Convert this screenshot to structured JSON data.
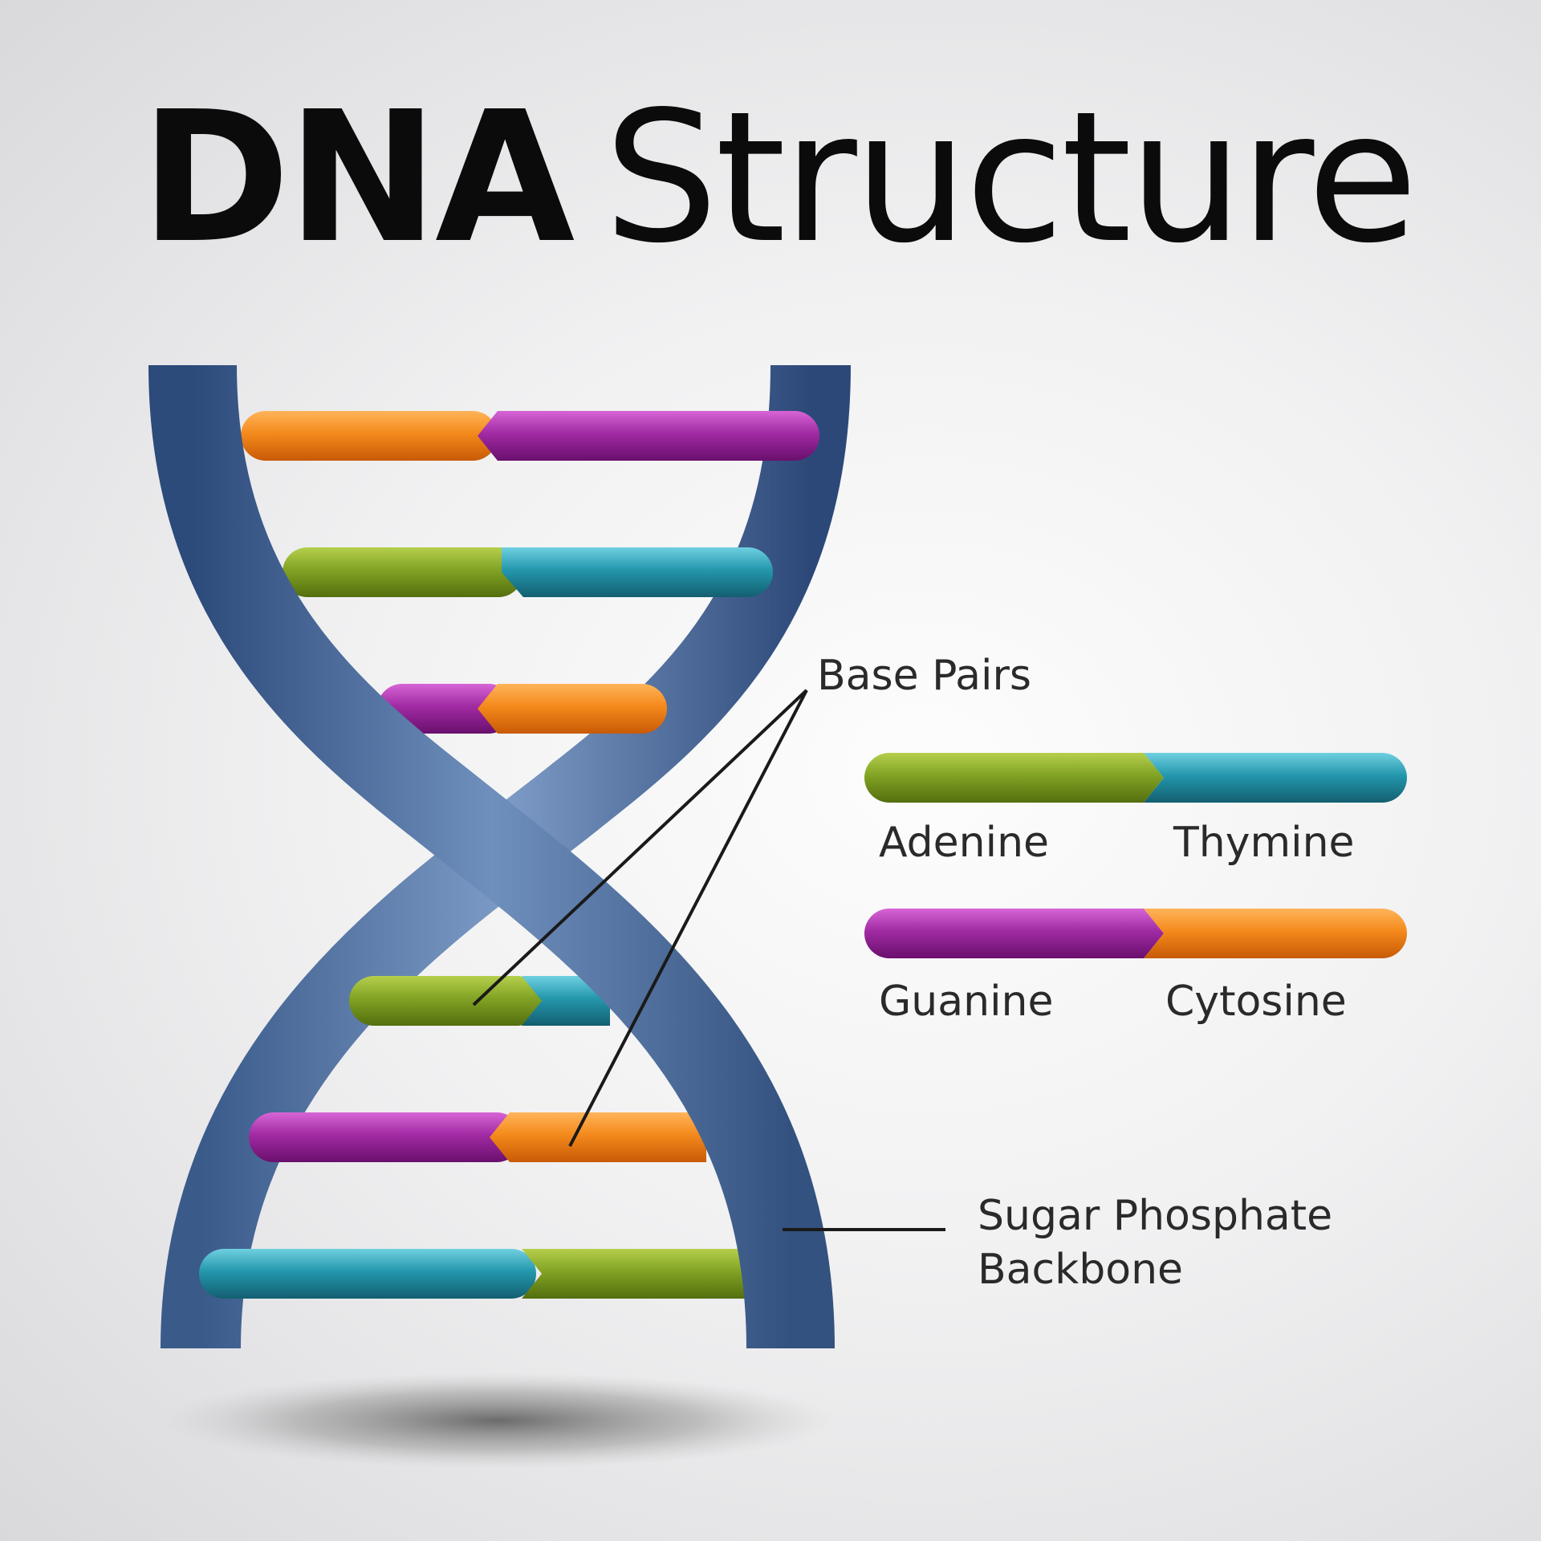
{
  "title": {
    "part1": "DNA",
    "part2": "Structure"
  },
  "callouts": {
    "base_pairs": "Base Pairs",
    "backbone_line1": "Sugar Phosphate",
    "backbone_line2": "Backbone"
  },
  "legend": [
    {
      "left": "Adenine",
      "right": "Thymine",
      "left_color": "#7a9a1e",
      "right_color": "#1f8ea3"
    },
    {
      "left": "Guanine",
      "right": "Cytosine",
      "left_color": "#8d1f8f",
      "right_color": "#f07c12"
    }
  ],
  "colors": {
    "backbone": "#4a6b9c",
    "adenine": "#7a9a1e",
    "thymine": "#1f8ea3",
    "guanine": "#8d1f8f",
    "cytosine": "#f07c12"
  }
}
